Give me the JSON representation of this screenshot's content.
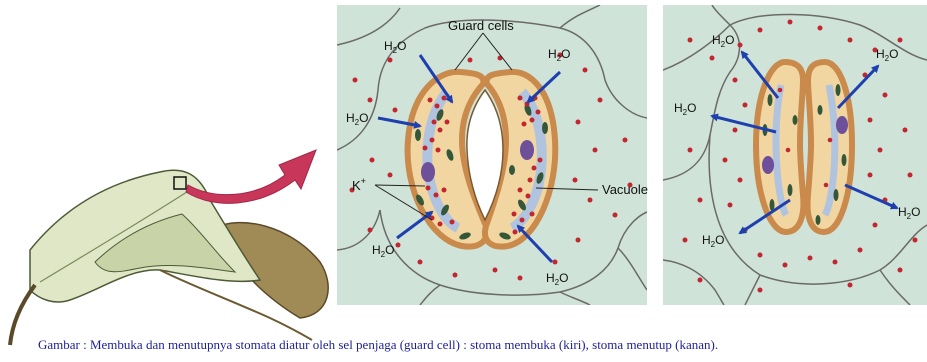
{
  "labels": {
    "guard_cells": "Guard cells",
    "potassium": "K",
    "potassium_charge": "+",
    "vacuole": "Vacuole",
    "water_base": "H",
    "water_sub": "2",
    "water_tail": "O"
  },
  "caption": "Gambar : Membuka dan menutupnya stomata diatur  oleh sel penjaga (guard cell) : stoma membuka (kiri), stoma menutup (kanan).",
  "colors": {
    "panel_bg": "#cfe3d8",
    "cell_line": "#6a6a6a",
    "guard_cell_wall": "#c98a4b",
    "guard_cell_fill": "#f2d6a1",
    "vacuole": "#a9c2e6",
    "ion_dot": "#c2262e",
    "chloroplast": "#34573a",
    "nucleus": "#6d4f9a",
    "arrow": "#1e3fae",
    "leaf_arrow": "#c8375a",
    "caption": "#1c1f9a"
  },
  "panels": [
    {
      "state": "open",
      "water_flow": "into guard cells"
    },
    {
      "state": "closed",
      "water_flow": "out of guard cells"
    }
  ]
}
